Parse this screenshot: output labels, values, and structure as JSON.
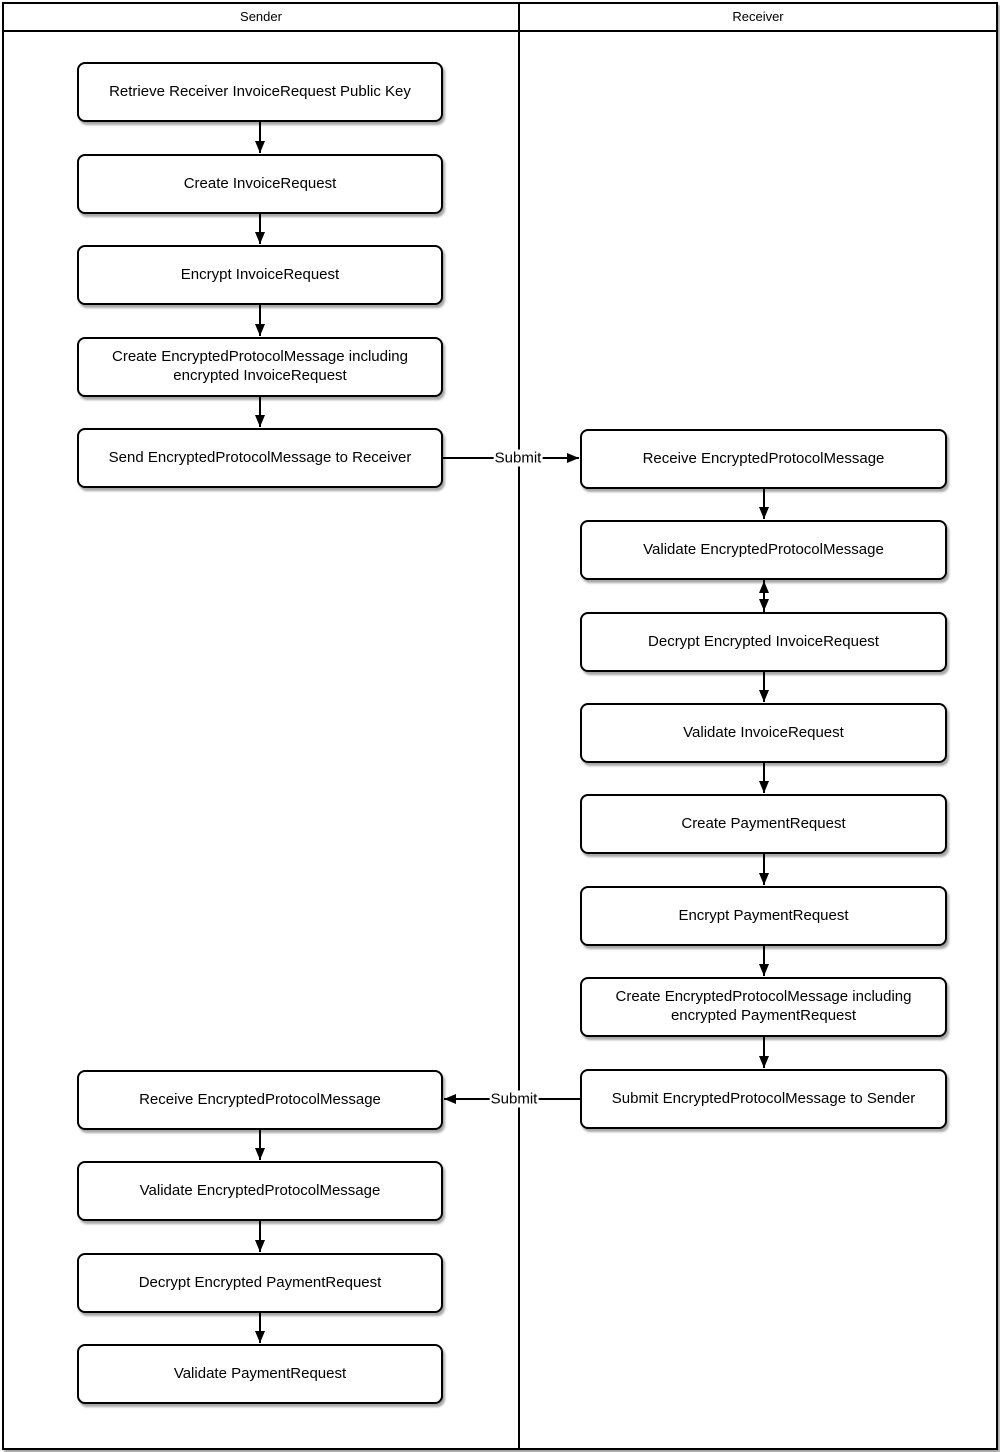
{
  "diagram": {
    "type": "swimlane-flowchart",
    "lanes": [
      {
        "title": "Sender"
      },
      {
        "title": "Receiver"
      }
    ],
    "sender_boxes": [
      "Retrieve Receiver InvoiceRequest Public Key",
      "Create InvoiceRequest",
      "Encrypt InvoiceRequest",
      "Create EncryptedProtocolMessage including encrypted InvoiceRequest",
      "Send EncryptedProtocolMessage to Receiver",
      "Receive EncryptedProtocolMessage",
      "Validate EncryptedProtocolMessage",
      "Decrypt Encrypted PaymentRequest",
      "Validate PaymentRequest"
    ],
    "receiver_boxes": [
      "Receive EncryptedProtocolMessage",
      "Validate EncryptedProtocolMessage",
      "Decrypt Encrypted InvoiceRequest",
      "Validate InvoiceRequest",
      "Create PaymentRequest",
      "Encrypt PaymentRequest",
      "Create EncryptedProtocolMessage including encrypted PaymentRequest",
      "Submit EncryptedProtocolMessage to Sender"
    ],
    "edge_labels": {
      "to_receiver": "Submit",
      "to_sender": "Submit"
    },
    "colors": {
      "stroke": "#000000",
      "node_fill": "#ffffff",
      "background": "#ffffff"
    }
  }
}
